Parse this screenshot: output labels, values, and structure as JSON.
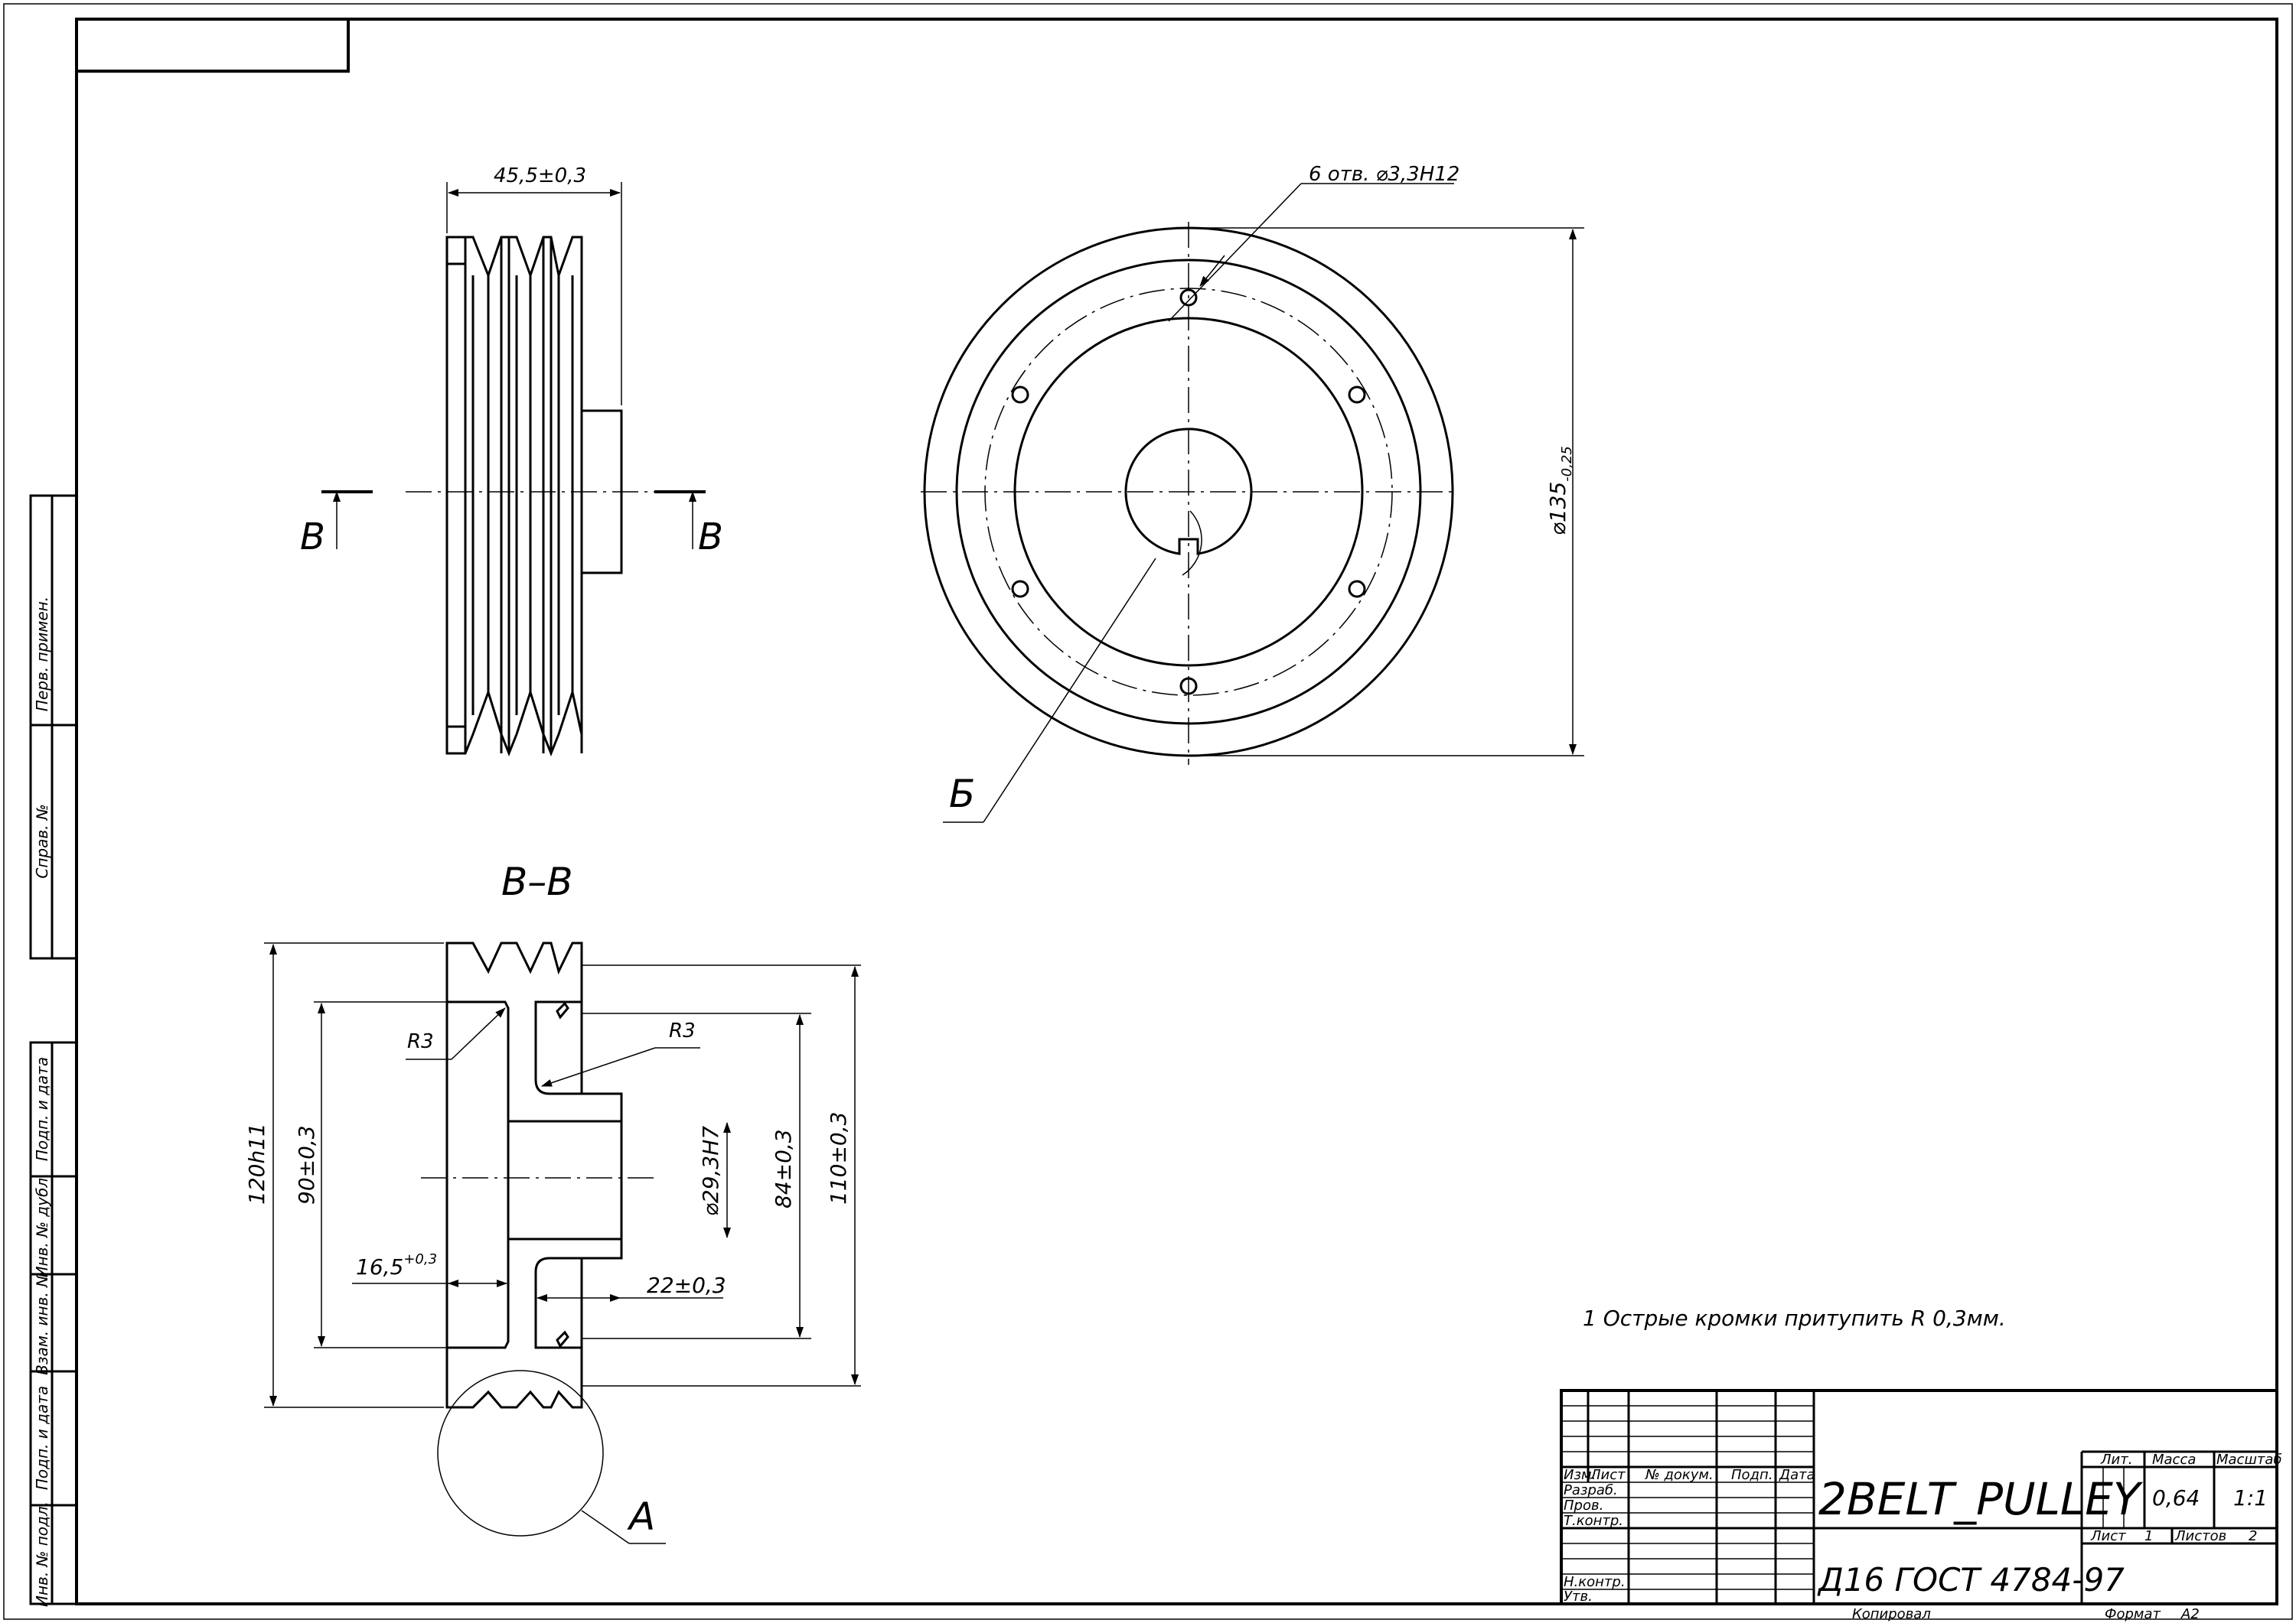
{
  "views": {
    "side": {
      "width_dim": "45,5±0,3",
      "section_left": "В",
      "section_right": "В"
    },
    "front": {
      "holes_label": "6 отв. ⌀3,3Н12",
      "outer_dia_main": "⌀135",
      "outer_dia_tol": "-0,25",
      "callout_b": "Б"
    },
    "section": {
      "title": "В–В",
      "r3_left": "R3",
      "r3_right": "R3",
      "dim_120": "120h11",
      "dim_90": "90±0,3",
      "dim_bore": "⌀29,3Н7",
      "dim_84": "84±0,3",
      "dim_110": "110±0,3",
      "dim_16_main": "16,5",
      "dim_16_tol": "+0,3",
      "dim_22": "22±0,3",
      "callout_a": "А"
    }
  },
  "note": "1 Острые кромки притупить R 0,3мм.",
  "side_strip": {
    "labels": [
      "Перв. примен.",
      "Справ. №",
      "Подп. и дата",
      "Инв. № дубл.",
      "Взам. инв. №",
      "Подп. и дата",
      "Инв. № подл."
    ]
  },
  "title_block": {
    "designation": "2BELT_PULLEY",
    "material": "Д16  ГОСТ 4784-97",
    "col_headers": [
      "Изм.",
      "Лист",
      "№ докум.",
      "Подп.",
      "Дата"
    ],
    "row_labels": [
      "Разраб.",
      "Пров.",
      "Т.контр.",
      "Н.контр.",
      "Утв."
    ],
    "lit_label": "Лит.",
    "mass_label": "Масса",
    "scale_label": "Масштаб",
    "mass_value": "0,64",
    "scale_value": "1:1",
    "sheet_label": "Лист",
    "sheet_value": "1",
    "sheets_label": "Листов",
    "sheets_value": "2",
    "copied_label": "Копировал",
    "format_label": "Формат",
    "format_value": "А2"
  }
}
